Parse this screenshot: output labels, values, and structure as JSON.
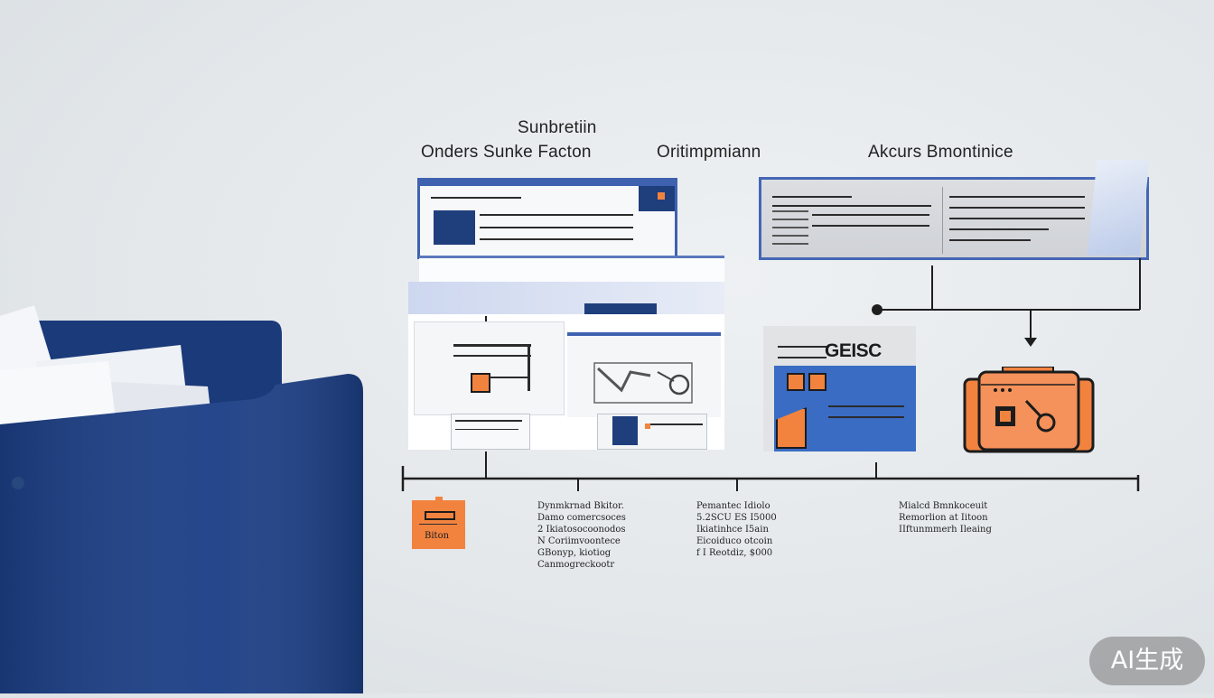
{
  "headings": {
    "top": "Sunbretiin",
    "col1": "Onders Sunke Facton",
    "col2": "Oritimpmiann",
    "col3": "Akcurs Bmontinice"
  },
  "card_label": "GEISC",
  "orange_tag_label": "Biton",
  "notes": {
    "n1": "Dynmkrnad Bkitor.\nDamo comercsoces\n2 Ikiatosocoonodos\nN Coriimvoontece\nGBonyp, kiotiog\nCanmogreckootr",
    "n2": "Pemantec Idiolo\n5.2SCU ES I5000\nIkiatinhce I5ain\nEicoiduco otcoin\nf I Reotdiz, $000",
    "n3": "Mialcd Bmnkoceuit\nRemorlion at Iitoon\nIIftunmmerh Ileaing"
  },
  "watermark": "AI生成",
  "colors": {
    "navy": "#1f3e7c",
    "accent_blue": "#3e62b0",
    "orange": "#f2833f",
    "line": "#1e1e1e"
  }
}
